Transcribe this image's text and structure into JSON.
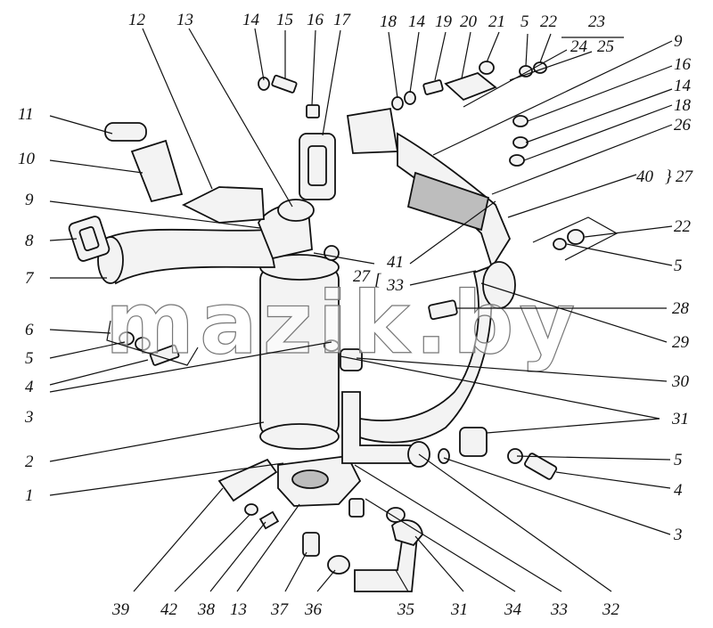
{
  "watermark": "mazik.by",
  "labels": {
    "l12": "12",
    "l13": "13",
    "l14a": "14",
    "l15": "15",
    "l16a": "16",
    "l17": "17",
    "l18a": "18",
    "l14b": "14",
    "l19": "19",
    "l20": "20",
    "l21": "21",
    "l5a": "5",
    "l22a": "22",
    "l23": "23",
    "l24": "24",
    "l25": "25",
    "l9a": "9",
    "l16b": "16",
    "l14c": "14",
    "l18b": "18",
    "l26": "26",
    "l40": "40",
    "l27a": "27",
    "l22b": "22",
    "l5b": "5",
    "l28": "28",
    "l29": "29",
    "l30": "30",
    "l31a": "31",
    "l5c": "5",
    "l4b": "4",
    "l3b": "3",
    "l11": "11",
    "l10": "10",
    "l9b": "9",
    "l8": "8",
    "l7": "7",
    "l6": "6",
    "l5d": "5",
    "l4a": "4",
    "l3a": "3",
    "l2": "2",
    "l1": "1",
    "l41": "41",
    "l33a": "33",
    "l27b": "27",
    "l39": "39",
    "l42": "42",
    "l38": "38",
    "l13b": "13",
    "l37": "37",
    "l36": "36",
    "l35": "35",
    "l31b": "31",
    "l34": "34",
    "l33b": "33",
    "l32": "32"
  }
}
